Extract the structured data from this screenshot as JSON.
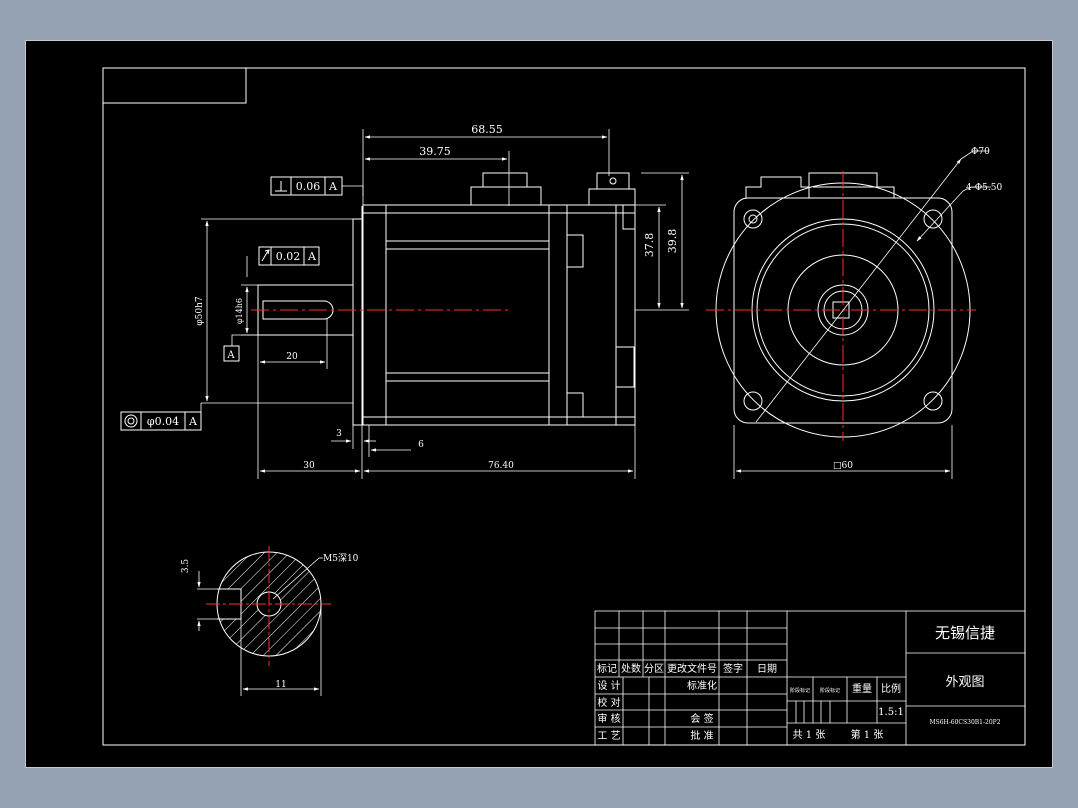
{
  "colors": {
    "background": "#95a2b4",
    "canvas": "#000000",
    "line": "#ffffff",
    "center_line": "#ff2a2a"
  },
  "dims": {
    "d68_55": "68.55",
    "d39_75": "39.75",
    "d37_8": "37.8",
    "d39_8": "39.8",
    "d30": "30",
    "d76_40": "76.40",
    "d20": "20",
    "d3": "3",
    "d6": "6",
    "d60": "□60",
    "d11": "11",
    "phi70": "Φ70",
    "holes": "4-Φ5.50",
    "phi50h7": "φ50h7",
    "phi14h6": "φ14h6",
    "key_height": "3.5",
    "screw": "M5深10"
  },
  "tolerance": {
    "perp_value": "0.06",
    "perp_datum": "A",
    "runout_value": "0.02",
    "runout_datum": "A",
    "conc_value": "φ0.04",
    "conc_datum": "A",
    "datum_label": "A"
  },
  "title_block": {
    "company": "无锡信捷",
    "drawing_title": "外观图",
    "model": "MS6H-60CS30B1-20P2",
    "h_mark": "标记",
    "h_count": "处数",
    "h_zone": "分区",
    "h_doc": "更改文件号",
    "h_sign": "签字",
    "h_date": "日期",
    "r_design": "设 计",
    "r_check": "校 对",
    "r_review": "审 核",
    "r_process": "工 艺",
    "r_standard": "标准化",
    "r_countersign": "会 签",
    "r_approve": "批 准",
    "c_stage": "阶段标记",
    "c_weight": "重量",
    "c_scale": "比例",
    "scale_value": "1.5:1",
    "sheets_total": "共 1 张",
    "sheet_no": "第 1 张"
  }
}
